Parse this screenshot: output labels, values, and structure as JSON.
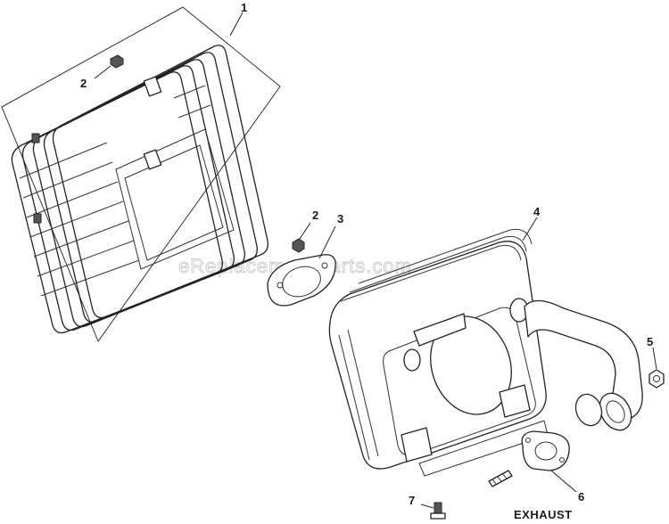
{
  "watermark": "eReplacementParts.com",
  "callouts": {
    "c1": "1",
    "c2a": "2",
    "c2b": "2",
    "c3": "3",
    "c4": "4",
    "c5": "5",
    "c6": "6",
    "c7": "7"
  },
  "exhaust_label": "EXHAUST"
}
